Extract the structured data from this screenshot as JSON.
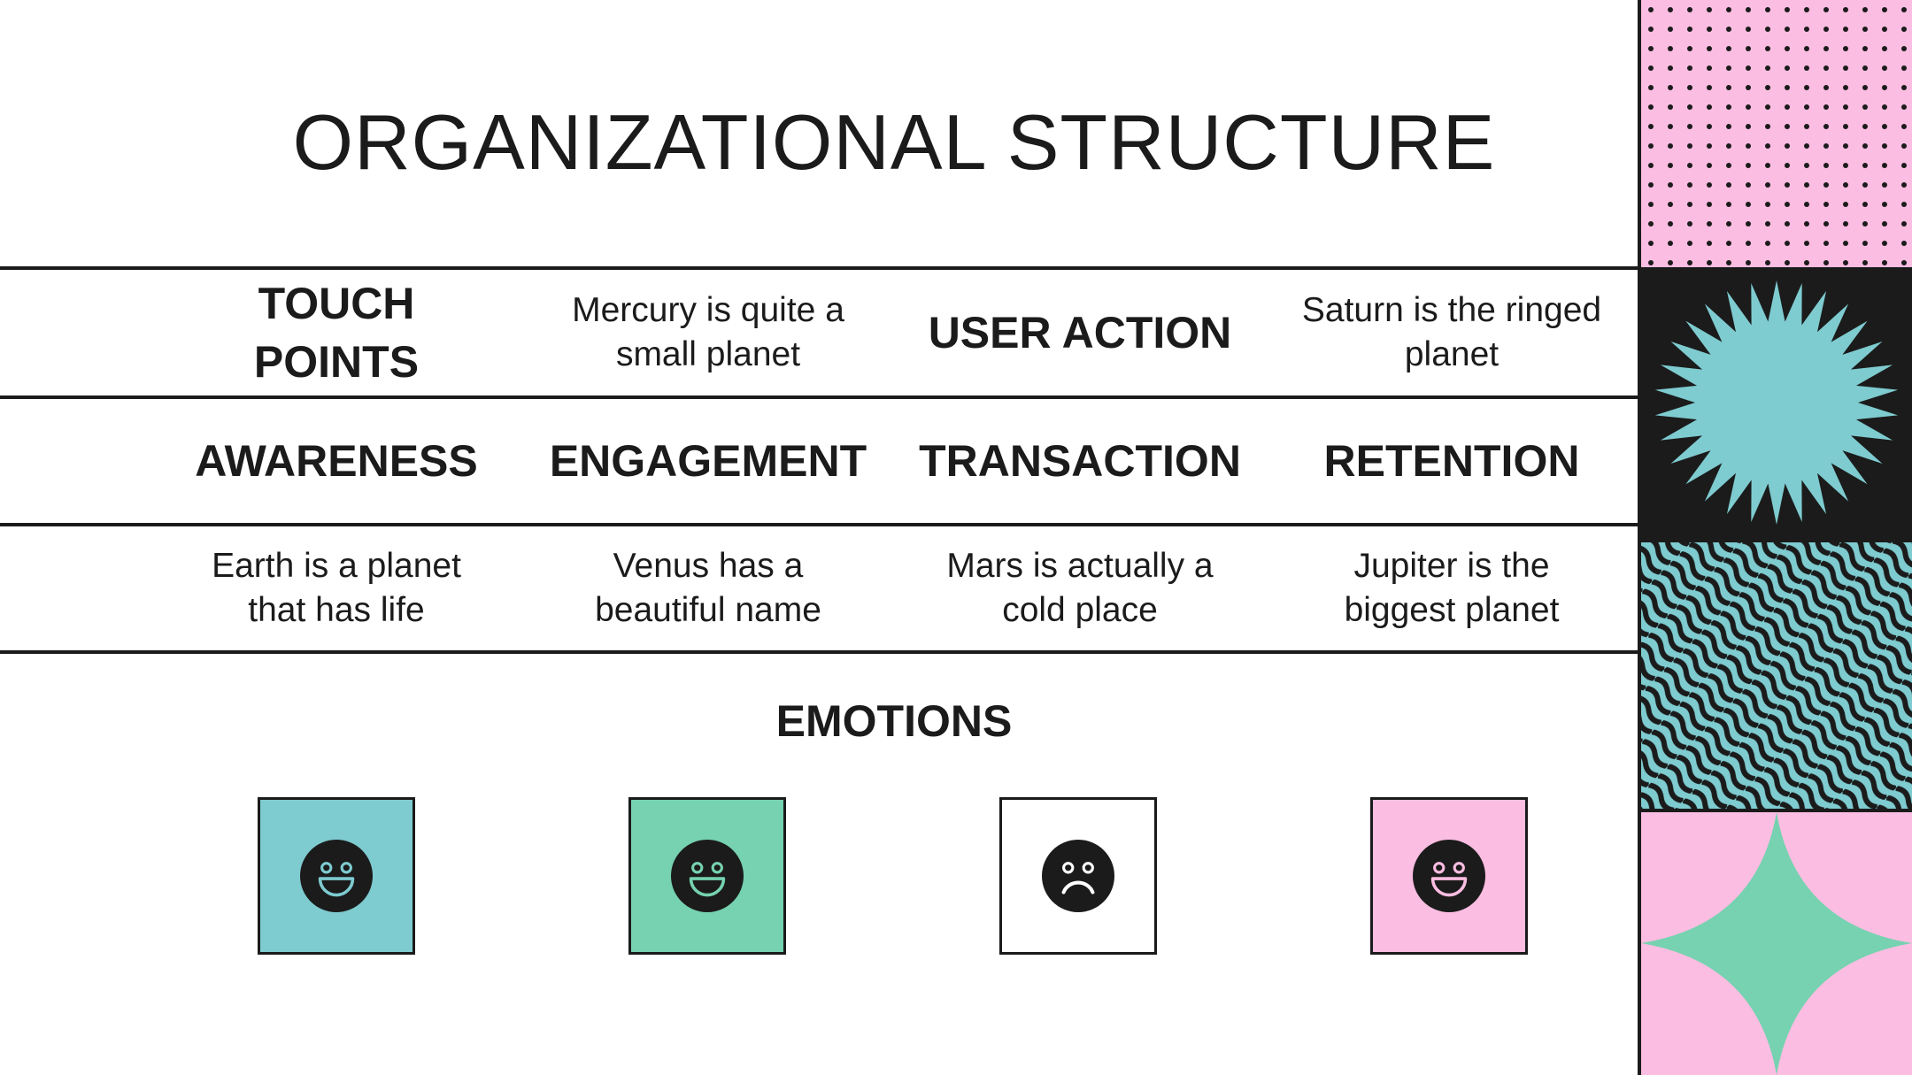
{
  "title": "ORGANIZATIONAL STRUCTURE",
  "header_row": {
    "touch_points": "TOUCH POINTS",
    "mercury_text": "Mercury is quite a small planet",
    "user_action": "USER ACTION",
    "saturn_text": "Saturn is the ringed planet"
  },
  "stages": [
    "AWARENESS",
    "ENGAGEMENT",
    "TRANSACTION",
    "RETENTION"
  ],
  "descriptions": [
    "Earth is a planet that has life",
    "Venus has a beautiful name",
    "Mars is actually a cold place",
    "Jupiter is the biggest planet"
  ],
  "emotions_label": "EMOTIONS",
  "emotions": [
    {
      "icon": "happy-face-icon",
      "color": "#7ecbd0"
    },
    {
      "icon": "happy-face-icon",
      "color": "#76d2b0"
    },
    {
      "icon": "sad-face-icon",
      "color": "#ffffff"
    },
    {
      "icon": "happy-face-icon",
      "color": "#fbbde1"
    }
  ],
  "colors": {
    "ink": "#1b1b1b",
    "pink": "#fbbde1",
    "teal": "#7ecbd0",
    "green": "#76d2b0"
  },
  "decor_tiles": [
    "pink-dots-pattern",
    "teal-starburst-tile",
    "teal-wave-pattern",
    "green-star-tile"
  ]
}
